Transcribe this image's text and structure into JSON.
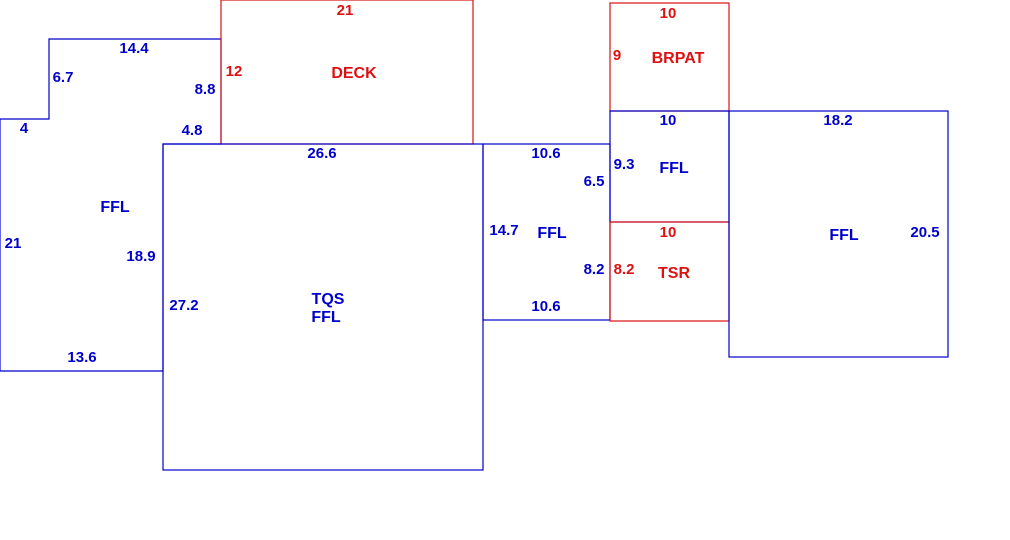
{
  "colors": {
    "living_area": "#0000cc",
    "exterior_area": "#dd1111",
    "background": "#ffffff"
  },
  "areas": {
    "ffl_left": {
      "name": "FFL",
      "dims": [
        "14.4",
        "6.7",
        "8.8",
        "4",
        "4.8",
        "21",
        "18.9",
        "13.6"
      ]
    },
    "deck": {
      "name": "DECK",
      "dims": [
        "21",
        "12"
      ]
    },
    "tqs_ffl": {
      "name_lines": [
        "TQS",
        "FFL"
      ],
      "dims": [
        "26.6",
        "27.2"
      ]
    },
    "ffl_center": {
      "name": "FFL",
      "dims": [
        "10.6",
        "6.5",
        "14.7",
        "8.2",
        "10.6"
      ]
    },
    "brpat": {
      "name": "BRPAT",
      "dims": [
        "10",
        "9"
      ]
    },
    "ffl_small": {
      "name": "FFL",
      "dims": [
        "10",
        "9.3"
      ]
    },
    "tsr": {
      "name": "TSR",
      "dims": [
        "10",
        "8.2"
      ]
    },
    "ffl_right": {
      "name": "FFL",
      "dims": [
        "18.2",
        "20.5"
      ]
    }
  }
}
